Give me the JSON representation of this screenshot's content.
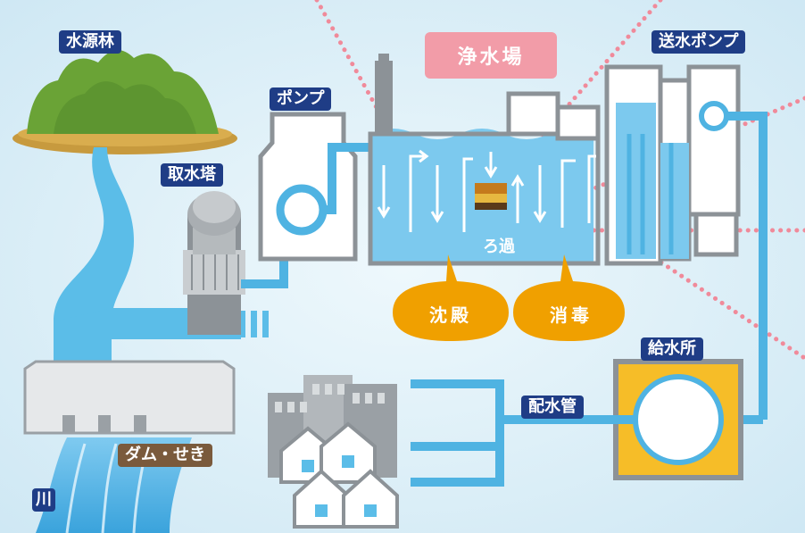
{
  "title": "浄水場",
  "labels": {
    "suigenrin": "水源林",
    "pump": "ポンプ",
    "shusuito": "取水塔",
    "soui_pump": "送水ポンプ",
    "roka": "ろ過",
    "chinden": "沈殿",
    "shodoku": "消毒",
    "kyusuisho": "給水所",
    "haisuikan": "配水管",
    "dam": "ダム・せき",
    "kawa": "川"
  },
  "colors": {
    "water": "#5bbde8",
    "pipe": "#4fb3e2",
    "tank_outline": "#8c9297",
    "navy_label": "#1f3d86",
    "bubble": "#f0a000",
    "title_bg": "#f29ca8",
    "supply_box": "#f6bd28",
    "dotted_line": "#f08a9a",
    "forest": "#6aa336"
  }
}
